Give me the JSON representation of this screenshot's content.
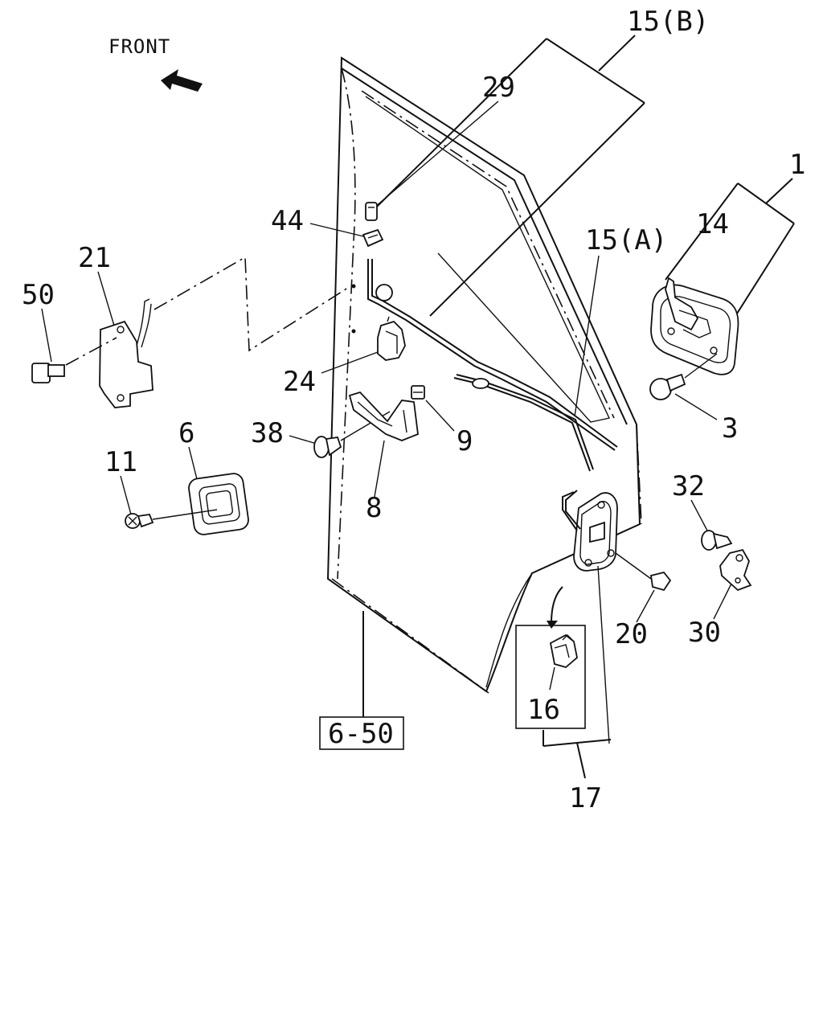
{
  "diagram": {
    "front_label": "FRONT",
    "reference_box": "6-50",
    "callouts": {
      "p15b": "15(B)",
      "p29": "29",
      "p44": "44",
      "p21": "21",
      "p50": "50",
      "p24": "24",
      "p38": "38",
      "p9": "9",
      "p8": "8",
      "p6": "6",
      "p11": "11",
      "p15a": "15(A)",
      "p1": "1",
      "p14": "14",
      "p3": "3",
      "p32": "32",
      "p30": "30",
      "p20": "20",
      "p16": "16",
      "p17": "17"
    },
    "icons": [
      "front-arrow-icon"
    ]
  }
}
